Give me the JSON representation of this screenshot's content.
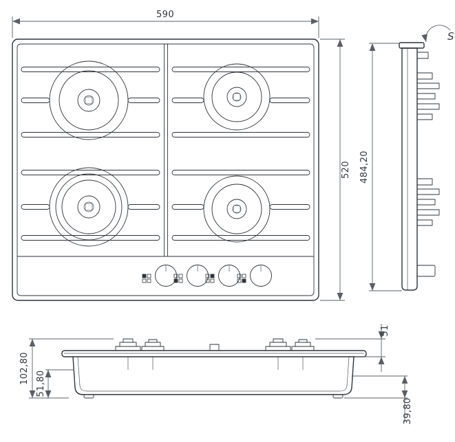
{
  "dimensions": {
    "top_width": "590",
    "top_depth": "520",
    "side_height": "484,20",
    "front_total_height": "102,80",
    "front_lower_height": "51,80",
    "front_top_height": "51",
    "front_base_height": "39,80"
  },
  "detail": {
    "label": "S"
  },
  "colors": {
    "part_line": "#2e3338",
    "dim_line": "#5a5f66",
    "text": "#33383d",
    "background": "#ffffff"
  }
}
